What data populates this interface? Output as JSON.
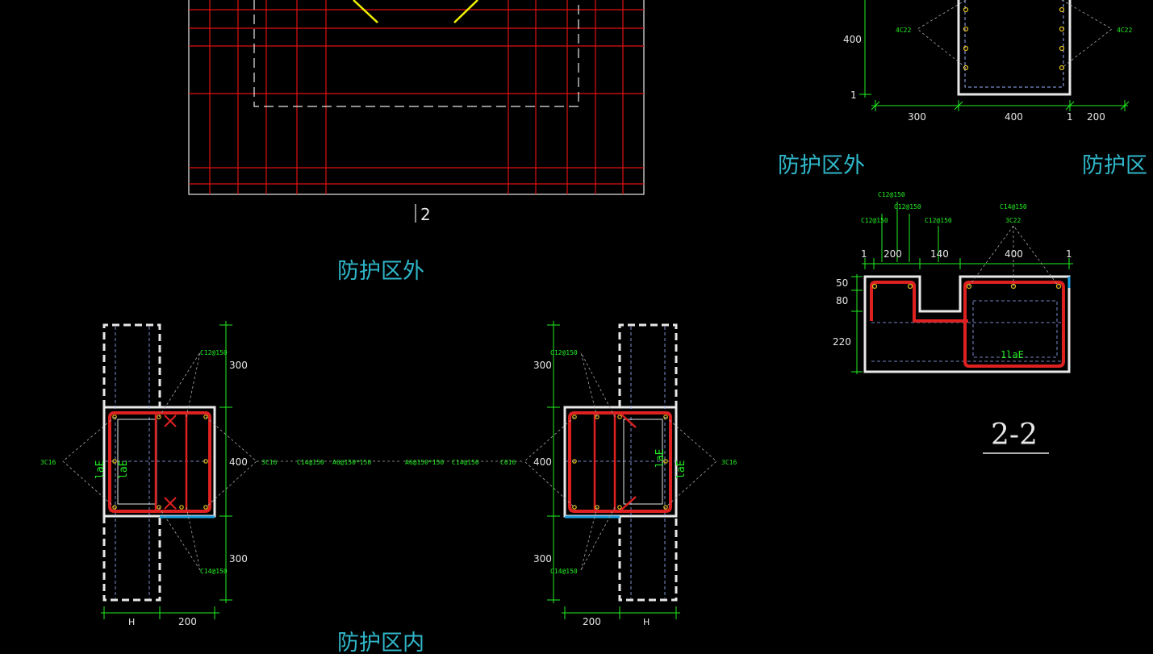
{
  "labels": {
    "section_mark": "2",
    "section_title": "2-2",
    "zone_outside_mid": "防护区外",
    "zone_outside_right": "防护区外",
    "zone_outside_right_clipped": "防护区",
    "zone_inside_bottom": "防护区内"
  },
  "top_right": {
    "dims": {
      "d400": "400",
      "d1": "1",
      "b300": "300",
      "b400": "400",
      "b1": "1",
      "b200": "200"
    },
    "ann": {
      "left": "4C22",
      "right": "4C22"
    }
  },
  "section_2_2": {
    "dims": {
      "t1": "1",
      "t200": "200",
      "t140": "140",
      "t400": "400",
      "t1r": "1",
      "l50": "50",
      "l80": "80",
      "l220": "220"
    },
    "ann": {
      "a1": "C12@150",
      "a2": "C12@150",
      "a3": "C12@150",
      "a4": "C12@150",
      "a5": "C14@150",
      "a6": "3C22",
      "inner": "1laE"
    }
  },
  "left_column": {
    "dims": {
      "top300": "300",
      "mid400": "400",
      "bot300": "300",
      "H": "H",
      "b200": "200"
    },
    "ann": {
      "top": "C12@150",
      "bottom": "C14@150",
      "left": "3C16",
      "right1": "3C16",
      "right2": "C14@150",
      "right3": "A6@150*150",
      "lae": "laE"
    }
  },
  "right_column": {
    "dims": {
      "top300": "300",
      "mid400": "400",
      "bot300": "300",
      "b200": "200",
      "H": "H"
    },
    "ann": {
      "top": "C12@150",
      "bottom": "C14@150",
      "right": "3C16",
      "left1": "A6@150*150",
      "left2": "C14@150",
      "left3": "C016",
      "lae": "laE"
    }
  }
}
